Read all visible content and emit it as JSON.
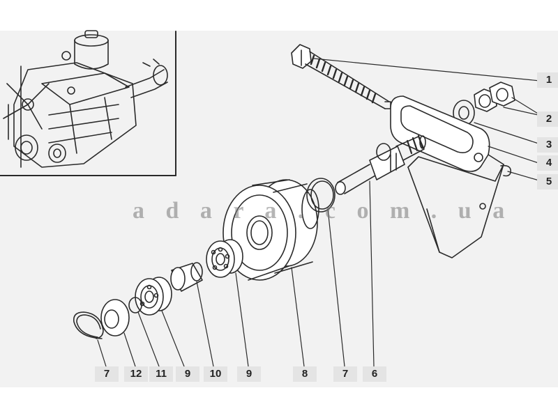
{
  "diagram": {
    "watermark": "a d a r a . c o m . u a",
    "callouts": {
      "c1": "1",
      "c2": "2",
      "c3": "3",
      "c4": "4",
      "c5": "5",
      "c6": "6",
      "c7_bottom": "7",
      "c7_left": "7",
      "c8": "8",
      "c9_mid": "9",
      "c9_left": "9",
      "c10": "10",
      "c11": "11",
      "c12": "12"
    },
    "colors": {
      "line": "#2a2a2a",
      "sheet": "#f2f2f2",
      "label_bg": "#e4e4e4"
    },
    "icons": [
      "engine-inset",
      "bolt",
      "nuts",
      "washer",
      "bracket",
      "axle",
      "pulley",
      "bearing",
      "bushing",
      "snap-ring"
    ]
  }
}
